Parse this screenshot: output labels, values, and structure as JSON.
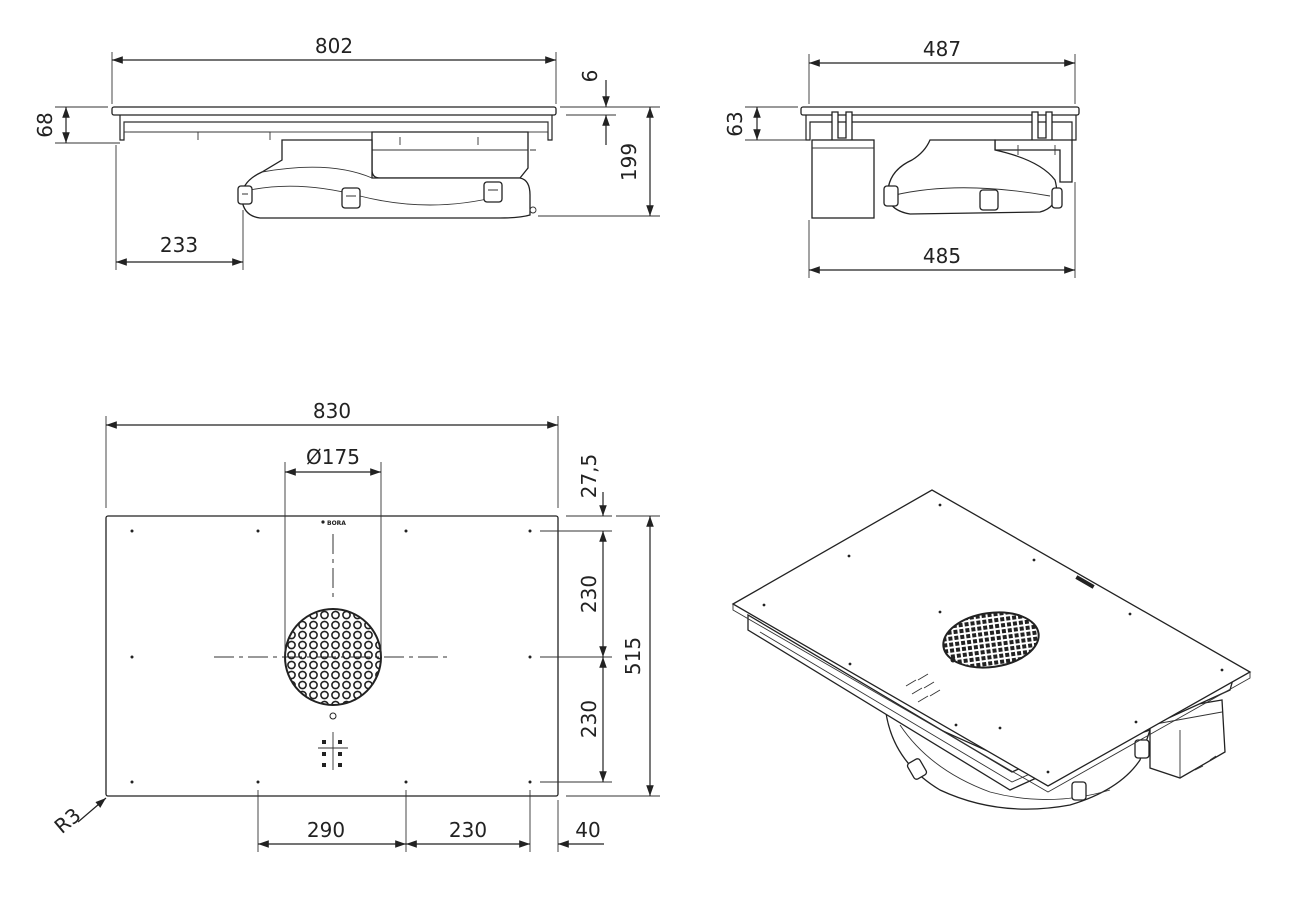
{
  "side_view": {
    "top_width": "802",
    "height_68": "68",
    "glass_6": "6",
    "depth_199": "199",
    "offset_233": "233"
  },
  "end_view": {
    "top_width": "487",
    "bottom_width": "485",
    "height_63": "63"
  },
  "top_view": {
    "width_830": "830",
    "diameter": "Ø175",
    "edge_27_5": "27,5",
    "half_230_upper": "230",
    "half_230_lower": "230",
    "depth_515": "515",
    "bottom_290": "290",
    "bottom_230": "230",
    "bottom_40": "40",
    "radius_r3": "R3",
    "logo": "BORA"
  },
  "colors": {
    "line": "#222222",
    "paper": "#ffffff"
  }
}
